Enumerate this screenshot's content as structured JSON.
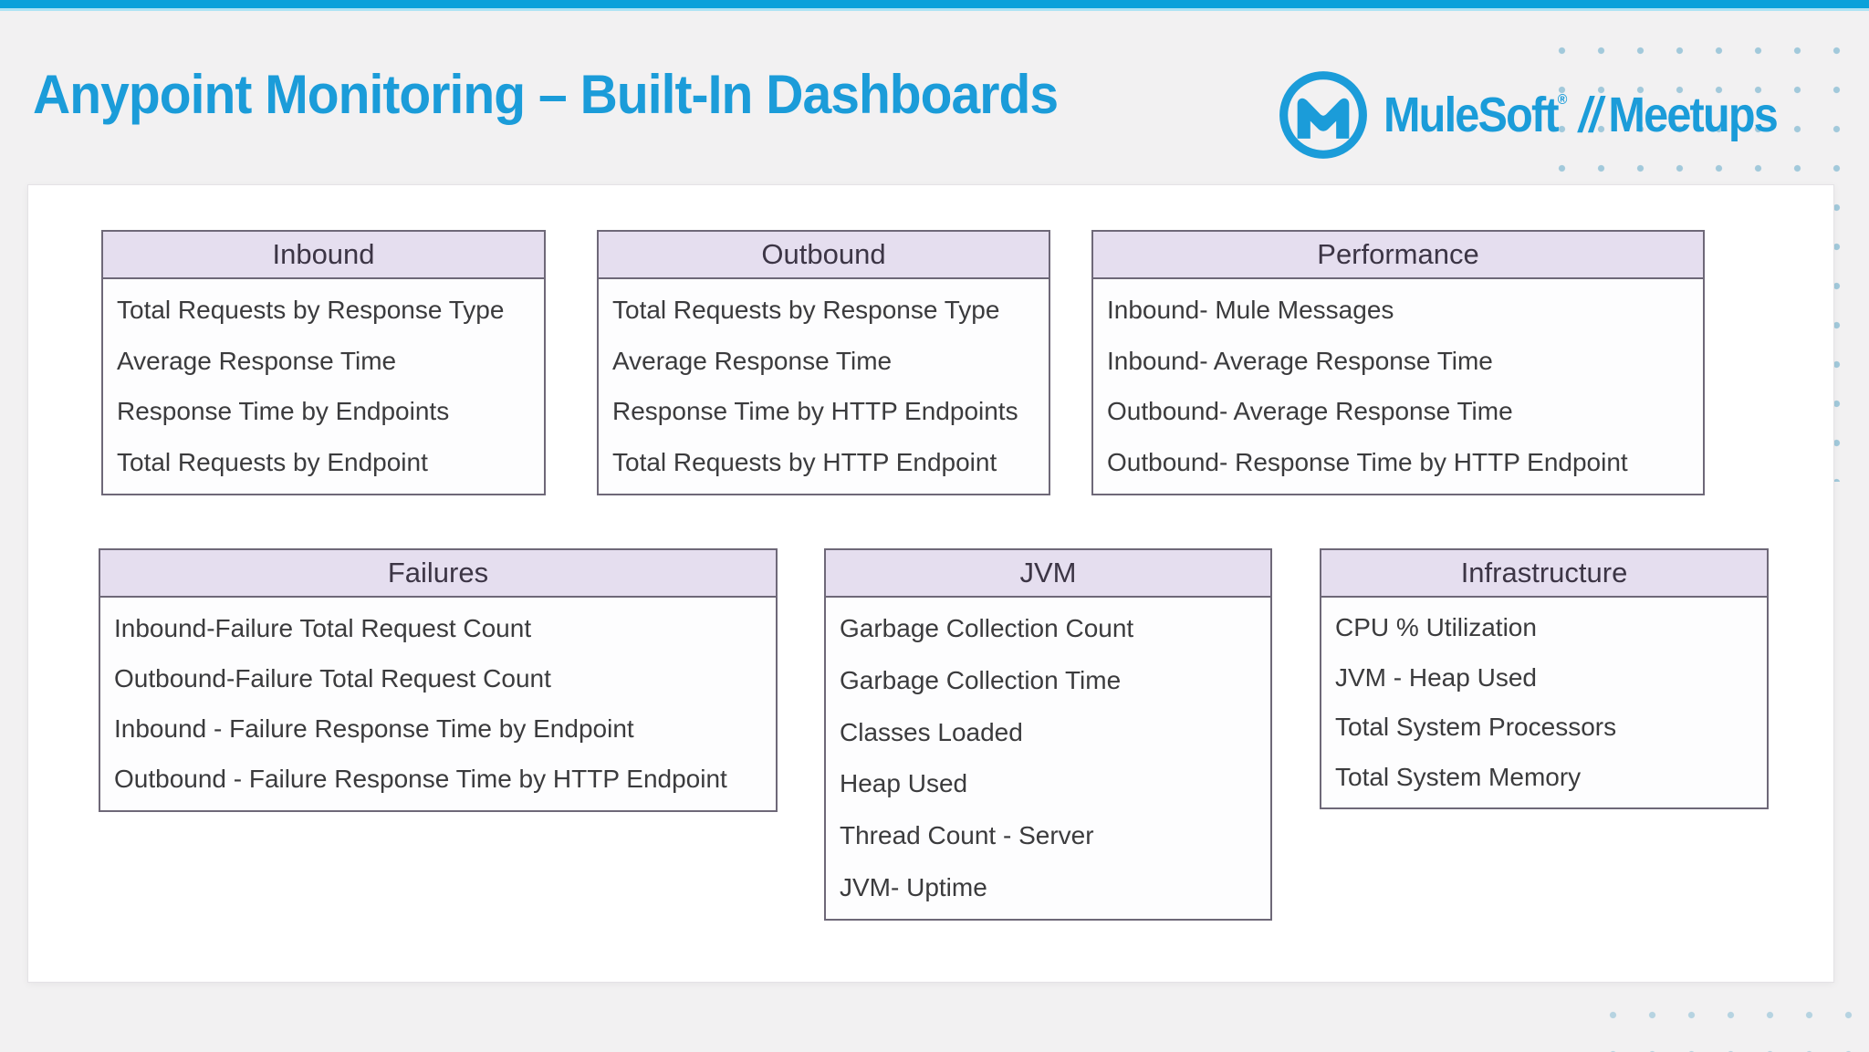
{
  "header": {
    "title": "Anypoint Monitoring – Built-In Dashboards",
    "brand": {
      "name": "MuleSoft",
      "registered": "®",
      "separator": "//",
      "program": "Meetups"
    }
  },
  "icons": {
    "logo": "mulesoft-m-logo"
  },
  "colors": {
    "accent_bar": "#0BA1DA",
    "accent_bar_underline": "#AEE3F4",
    "brand_blue": "#1B9CD9",
    "page_background": "#F2F1F2",
    "panel_background": "#FFFFFF",
    "table_header_background": "#E5DEEF",
    "table_border": "#6E6878",
    "item_text": "#3B3B3D",
    "dot_pattern": "#A3CCE0"
  },
  "tables": [
    {
      "title": "Inbound",
      "items": [
        "Total Requests by Response Type",
        "Average Response Time",
        "Response Time by Endpoints",
        "Total Requests by Endpoint"
      ]
    },
    {
      "title": "Outbound",
      "items": [
        "Total Requests by Response Type",
        "Average Response Time",
        "Response Time by HTTP Endpoints",
        "Total Requests by HTTP Endpoint"
      ]
    },
    {
      "title": "Performance",
      "items": [
        "Inbound- Mule Messages",
        "Inbound- Average Response Time",
        "Outbound- Average Response Time",
        "Outbound- Response Time by HTTP Endpoint"
      ]
    },
    {
      "title": "Failures",
      "items": [
        "Inbound-Failure Total Request Count",
        "Outbound-Failure Total Request Count",
        "Inbound - Failure Response Time by Endpoint",
        "Outbound - Failure Response Time by HTTP Endpoint"
      ]
    },
    {
      "title": "JVM",
      "items": [
        "Garbage Collection Count",
        "Garbage Collection Time",
        "Classes Loaded",
        "Heap Used",
        "Thread Count - Server",
        "JVM- Uptime"
      ]
    },
    {
      "title": "Infrastructure",
      "items": [
        "CPU % Utilization",
        "JVM - Heap Used",
        "Total System Processors",
        "Total System Memory"
      ]
    }
  ]
}
